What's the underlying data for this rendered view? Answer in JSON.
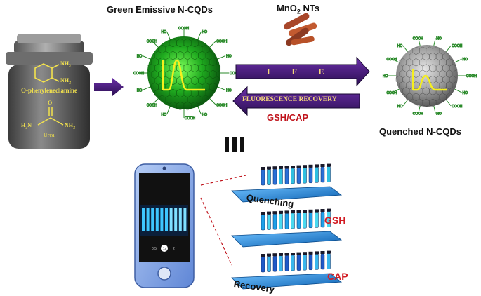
{
  "texts": {
    "title": "Green Emissive N-CQDs",
    "mno2_prefix": "MnO",
    "mno2_sub": "2",
    "mno2_suffix": " NTs",
    "ife": "I F E",
    "fluorescence_recovery": "FLUORESCENCE RECOVERY",
    "gsh_cap": "GSH/CAP",
    "quenched": "Quenched N-CQDs",
    "o_phenylenediamine": "O-phenylenediamine",
    "urea": "Urea",
    "nh2_top": "NH",
    "nh2_sub": "2",
    "nh2_bottom": "NH",
    "o_label": "O",
    "h2n_left": "H",
    "n_left": "N",
    "nh2_right": "NH",
    "quenching": "Quenching",
    "gsh": "GSH",
    "recovery": "Recovery",
    "cap": "CAP",
    "phone_zoom_left": "0.5",
    "phone_zoom_mid": "1x",
    "phone_zoom_right": "2"
  },
  "colors": {
    "arrow_purple": "#4a1d7a",
    "arrow_text": "#f4d67a",
    "dot_green": "#2fbf2f",
    "dot_gray": "#9a9a9a",
    "chem_yellow": "#f3e24d",
    "label_red": "#d21c24",
    "stand_blue": "#1e88d6",
    "phone_blue": "#7fa8e8"
  }
}
